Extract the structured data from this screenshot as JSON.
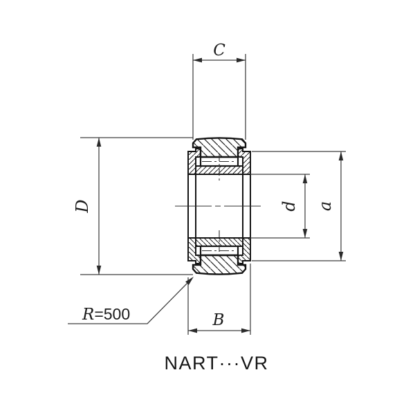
{
  "drawing": {
    "title": "NART···VR",
    "labels": {
      "outer_ring_width": "C",
      "outside_diameter": "D",
      "bore_diameter": "d",
      "side_plate_diameter": "a",
      "inner_ring_width": "B",
      "crown_radius_symbol": "R",
      "crown_radius_value": "=500"
    },
    "colors": {
      "background": "#ffffff",
      "part_outline": "#151515",
      "dimension_line": "#3d3d3d",
      "text": "#1b1b1b"
    }
  }
}
